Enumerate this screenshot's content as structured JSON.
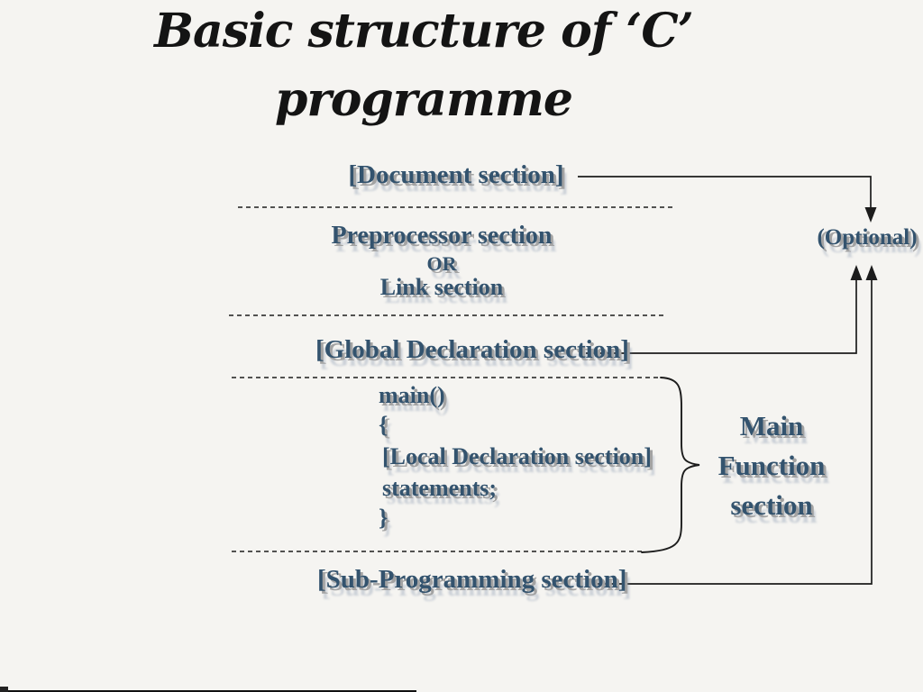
{
  "title": {
    "line1": "Basic structure of ‘C’",
    "line2": "programme"
  },
  "sections": {
    "document": "[Document section]",
    "preprocessor": "Preprocessor section",
    "or_label": "OR",
    "link": "Link section",
    "global_declaration": "[Global Declaration section]",
    "sub_programming": "[Sub-Programming section]"
  },
  "main_block": {
    "line1": "main()",
    "line2": "{",
    "line3": "[Local Declaration section]",
    "line4": "statements;",
    "line5": "}"
  },
  "labels": {
    "optional": "(Optional)",
    "main_function_line1": "Main",
    "main_function_line2": "Function",
    "main_function_line3": "section"
  },
  "colors": {
    "background": "#f5f4f1",
    "section_text": "#33536e",
    "text_shadow": "#a3a3a3",
    "title_text": "#141414",
    "line": "#1c1c1c"
  }
}
